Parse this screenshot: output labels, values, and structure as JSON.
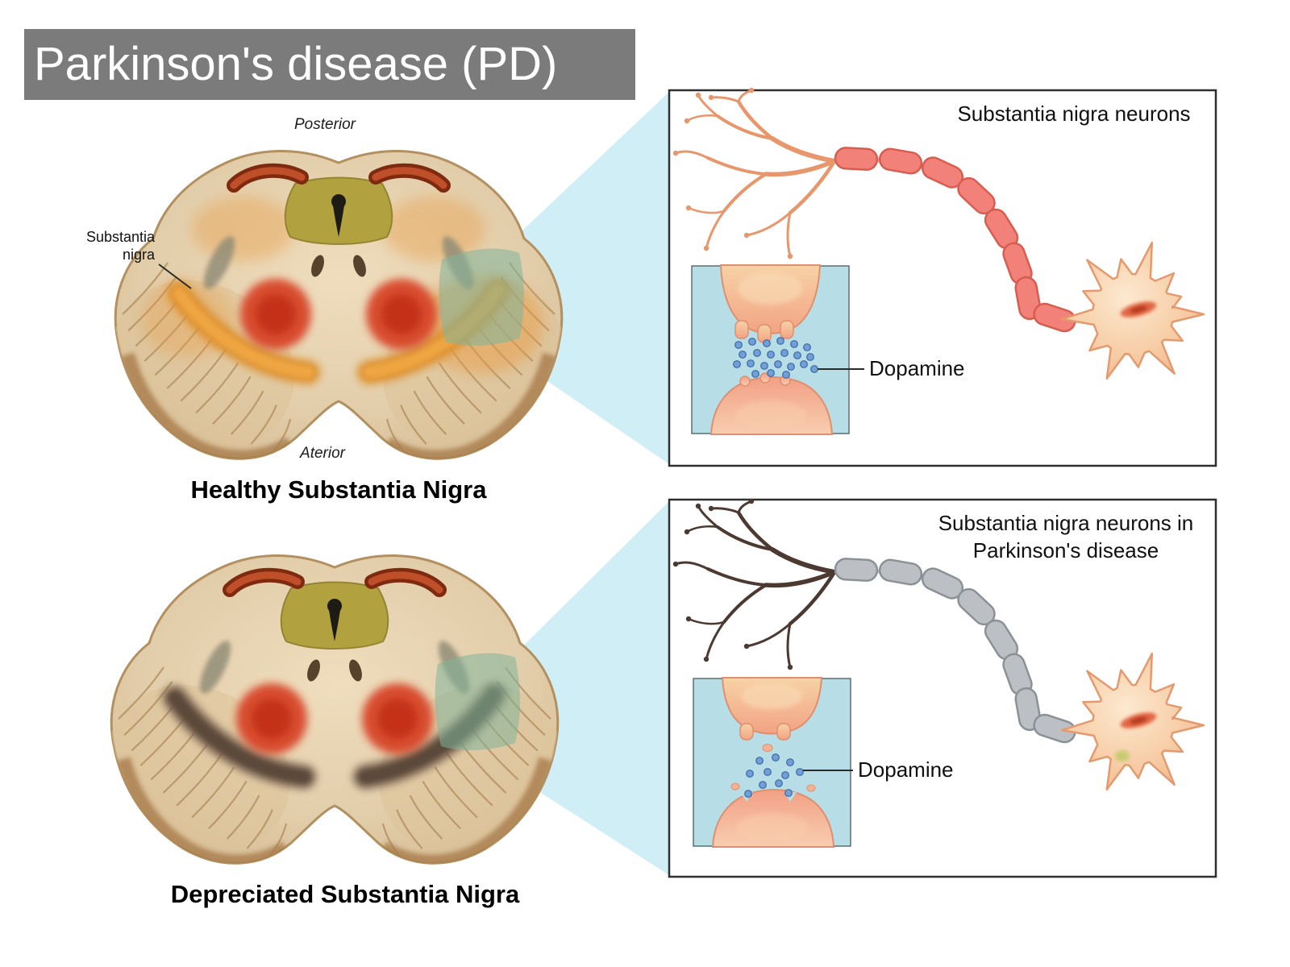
{
  "title": "Parkinson's disease (PD)",
  "healthy_brain": {
    "posterior_label": "Posterior",
    "anterior_label": "Aterior",
    "substantia_nigra_label": {
      "line1": "Substantia",
      "line2": "nigra"
    },
    "caption": "Healthy Substantia Nigra"
  },
  "diseased_brain": {
    "caption": "Depreciated Substantia Nigra"
  },
  "healthy_panel": {
    "title": "Substantia nigra neurons",
    "dopamine_label": "Dopamine"
  },
  "diseased_panel": {
    "title_line1": "Substantia nigra neurons in",
    "title_line2": "Parkinson's disease",
    "dopamine_label": "Dopamine"
  },
  "colors": {
    "title_bar_bg": "#7b7b7b",
    "title_text": "#ffffff",
    "connector": "#cfeef5",
    "healthy_substantia_nigra": "#dd8f2c",
    "diseased_substantia_nigra": "#6f5949",
    "healthy_myelin": "#f28279",
    "diseased_myelin": "#bcc0c4",
    "healthy_dendrite": "#e8966c",
    "diseased_dendrite": "#4c3a32",
    "dopamine_dot": "#6fa0d8",
    "synapse_background": "#b7dde7",
    "red_nucleus": "#d8472a"
  }
}
